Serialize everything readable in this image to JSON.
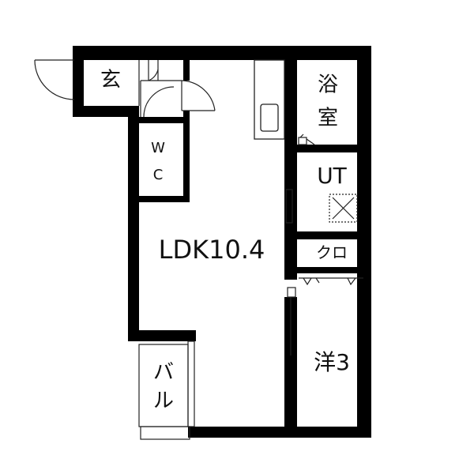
{
  "floor_plan": {
    "rooms": {
      "entrance": "玄",
      "wc_top": "W",
      "wc_bottom": "C",
      "bath": "浴室",
      "utility": "UT",
      "ldk": "LDK10.4",
      "closet": "クロ",
      "western": "洋3",
      "balcony": "バル"
    },
    "colors": {
      "wall": "#000000",
      "line": "#222222",
      "background": "#ffffff"
    }
  }
}
